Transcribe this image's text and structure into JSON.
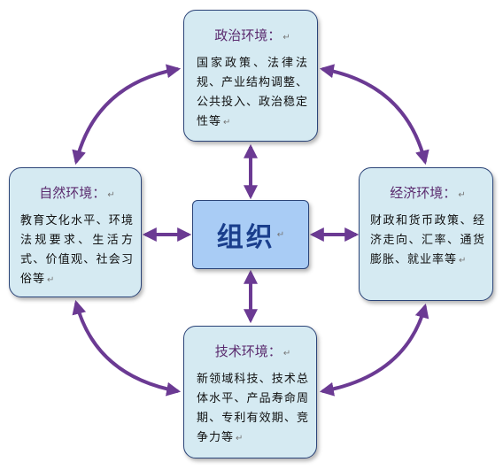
{
  "center": {
    "label": "组织"
  },
  "politics": {
    "title": "政治环境：",
    "text": "国家政策、法律法规、产业结构调整、公共投入、政治稳定性等"
  },
  "nature": {
    "title": "自然环境：",
    "text": "教育文化水平、环境法规要求、生活方式、价值观、社会习俗等"
  },
  "economy": {
    "title": "经济环境：",
    "text": "财政和货币政策、经济走向、汇率、通货膨胀、就业率等"
  },
  "tech": {
    "title": "技术环境：",
    "text": "新领域科技、技术总体水平、产品寿命周期、专利有效期、竞争力等"
  },
  "marks": {
    "paragraph": "↵"
  },
  "colors": {
    "arrow": "#6b3a93",
    "box_fill": "#d5eaf2",
    "center_fill": "#a9ccf5",
    "border": "#2b4478"
  }
}
